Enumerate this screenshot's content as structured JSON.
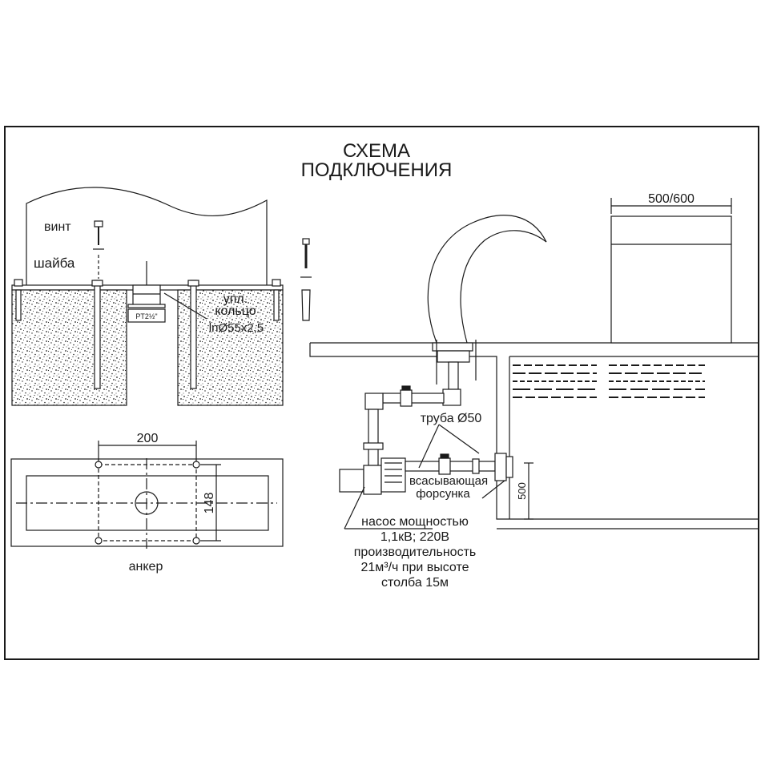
{
  "title": {
    "line1": "СХЕМА",
    "line2": "ПОДКЛЮЧЕНИЯ"
  },
  "section_view": {
    "screw": "винт",
    "washer": "шайба",
    "fitting": "PT2½\"",
    "seal_line1": "упл.",
    "seal_line2": "кольцо",
    "seal_size": "lnØ55x2,5"
  },
  "plan_view": {
    "dim_width": "200",
    "dim_height": "148",
    "caption": "анкер"
  },
  "system_view": {
    "nozzle_width": "500/600",
    "pipe": "труба Ø50",
    "suction_line1": "всасывающая",
    "suction_line2": "форсунка",
    "depth": "500",
    "pump_line1": "насос мощностью",
    "pump_line2": "1,1кВ; 220В",
    "pump_line3": "производительность",
    "pump_line4": "21м³/ч при высоте",
    "pump_line5": "столба 15м"
  }
}
